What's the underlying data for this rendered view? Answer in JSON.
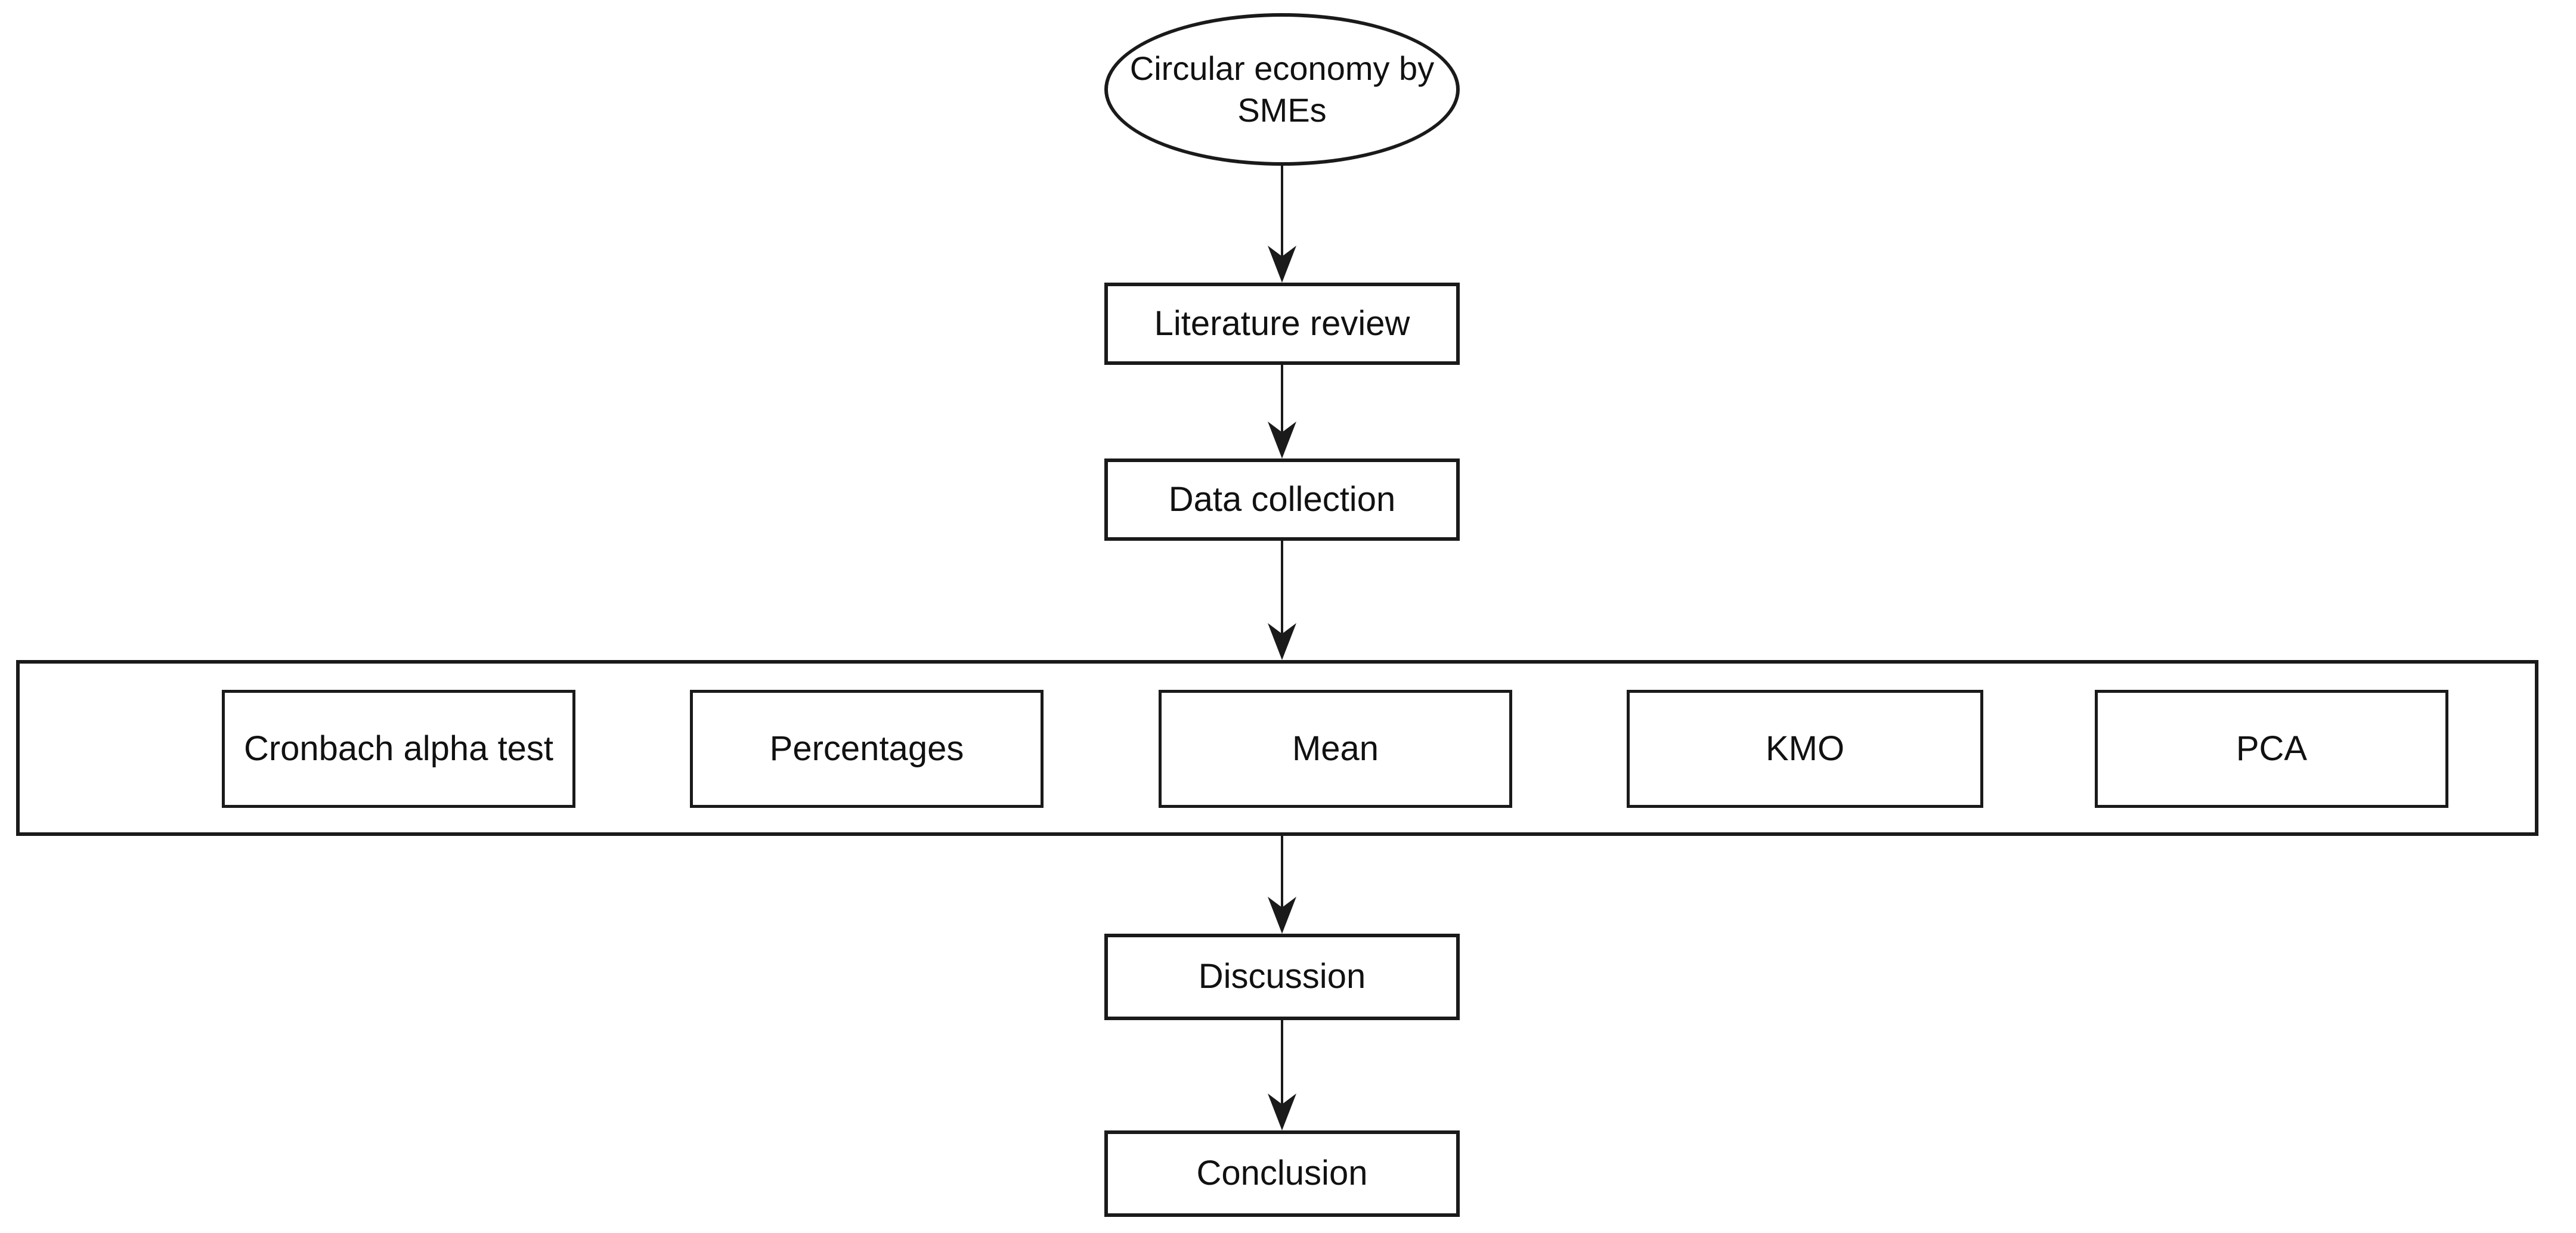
{
  "flowchart": {
    "start": {
      "label": "Circular economy by SMEs",
      "shape": "ellipse"
    },
    "steps": {
      "literature_review": "Literature review",
      "data_collection": "Data collection",
      "discussion": "Discussion",
      "conclusion": "Conclusion"
    },
    "analysis_methods": [
      "Cronbach alpha test",
      "Percentages",
      "Mean",
      "KMO",
      "PCA"
    ],
    "colors": {
      "stroke": "#1a1a1a",
      "text": "#111111",
      "background": "#ffffff"
    }
  }
}
